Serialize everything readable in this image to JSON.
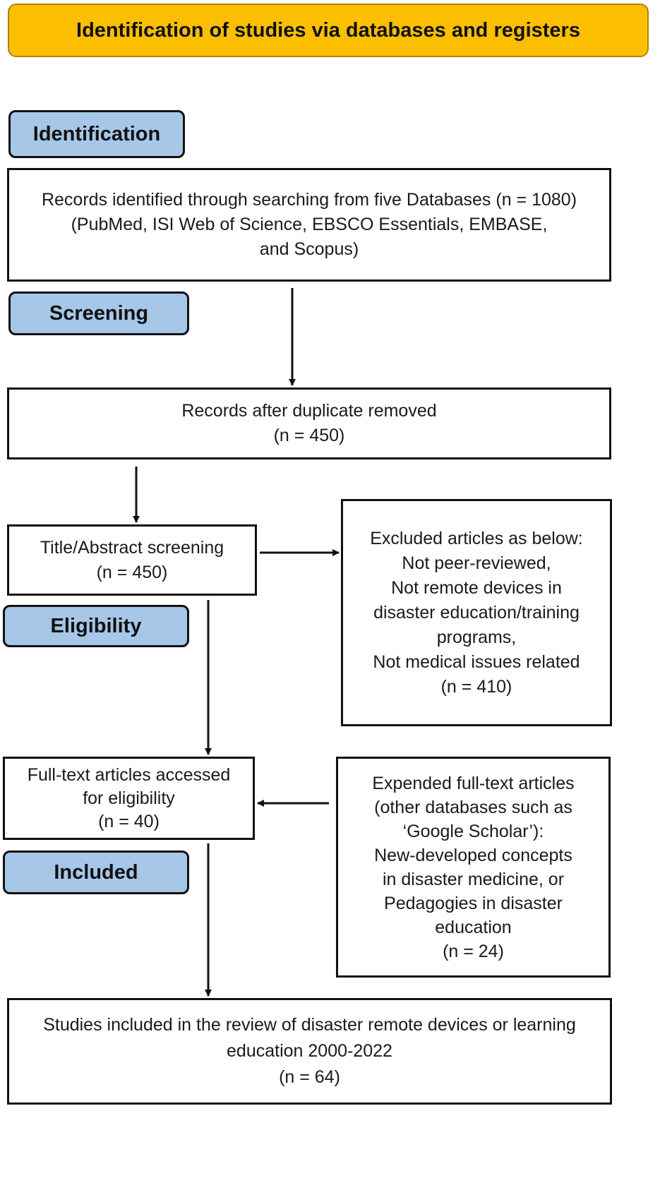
{
  "header": {
    "title": "Identification of studies via databases and registers"
  },
  "stages": {
    "identification": "Identification",
    "screening": "Screening",
    "eligibility": "Eligibility",
    "included": "Included"
  },
  "boxes": {
    "records_identified": [
      "Records identified through searching from five Databases (n = 1080)",
      "(PubMed, ISI Web of Science, EBSCO Essentials, EMBASE,",
      "and Scopus)"
    ],
    "after_duplicates": [
      "Records after duplicate removed",
      "(n = 450)"
    ],
    "title_abstract": [
      "Title/Abstract screening",
      "(n = 450)"
    ],
    "excluded": [
      "Excluded articles as below:",
      "Not peer-reviewed,",
      "Not remote devices in",
      "disaster education/training",
      "programs,",
      "Not medical issues related",
      "(n = 410)"
    ],
    "full_text": [
      "Full-text articles accessed",
      "for eligibility",
      "(n = 40)"
    ],
    "expended": [
      "Expended full-text articles",
      "(other databases such as",
      "‘Google Scholar’):",
      "New-developed concepts",
      "in disaster medicine, or",
      "Pedagogies in disaster",
      "education",
      "(n = 24)"
    ],
    "included_studies": [
      "Studies included in the review of disaster remote devices or learning",
      "education 2000-2022",
      "(n = 64)"
    ]
  }
}
